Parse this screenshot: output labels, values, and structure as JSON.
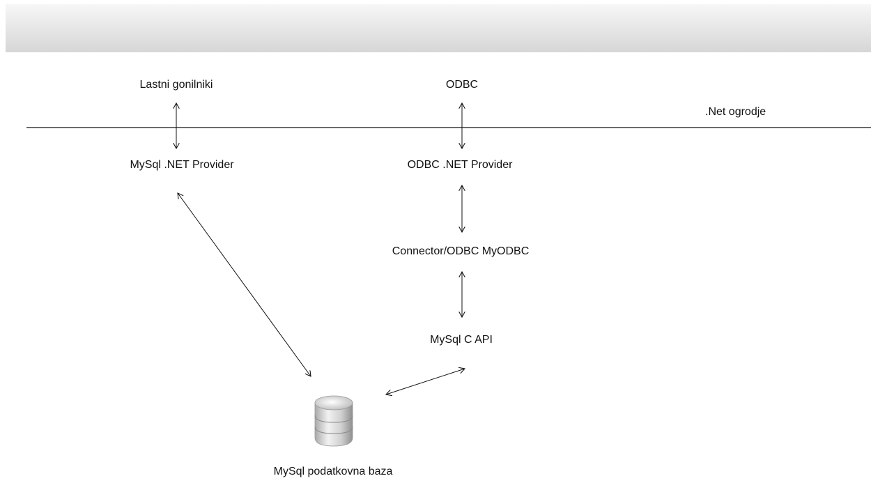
{
  "labels": {
    "own_drivers": "Lastni gonilniki",
    "odbc": "ODBC",
    "net_framework": ".Net ogrodje",
    "mysql_net_provider": "MySql .NET Provider",
    "odbc_net_provider": "ODBC .NET Provider",
    "connector_odbc": "Connector/ODBC MyODBC",
    "mysql_c_api": "MySql C API",
    "database": "MySql podatkovna baza"
  },
  "icons": {
    "database": "database-cylinder-icon"
  },
  "colors": {
    "stroke": "#111111",
    "header_top": "#f7f7f7",
    "header_bottom": "#d6d6d6"
  }
}
